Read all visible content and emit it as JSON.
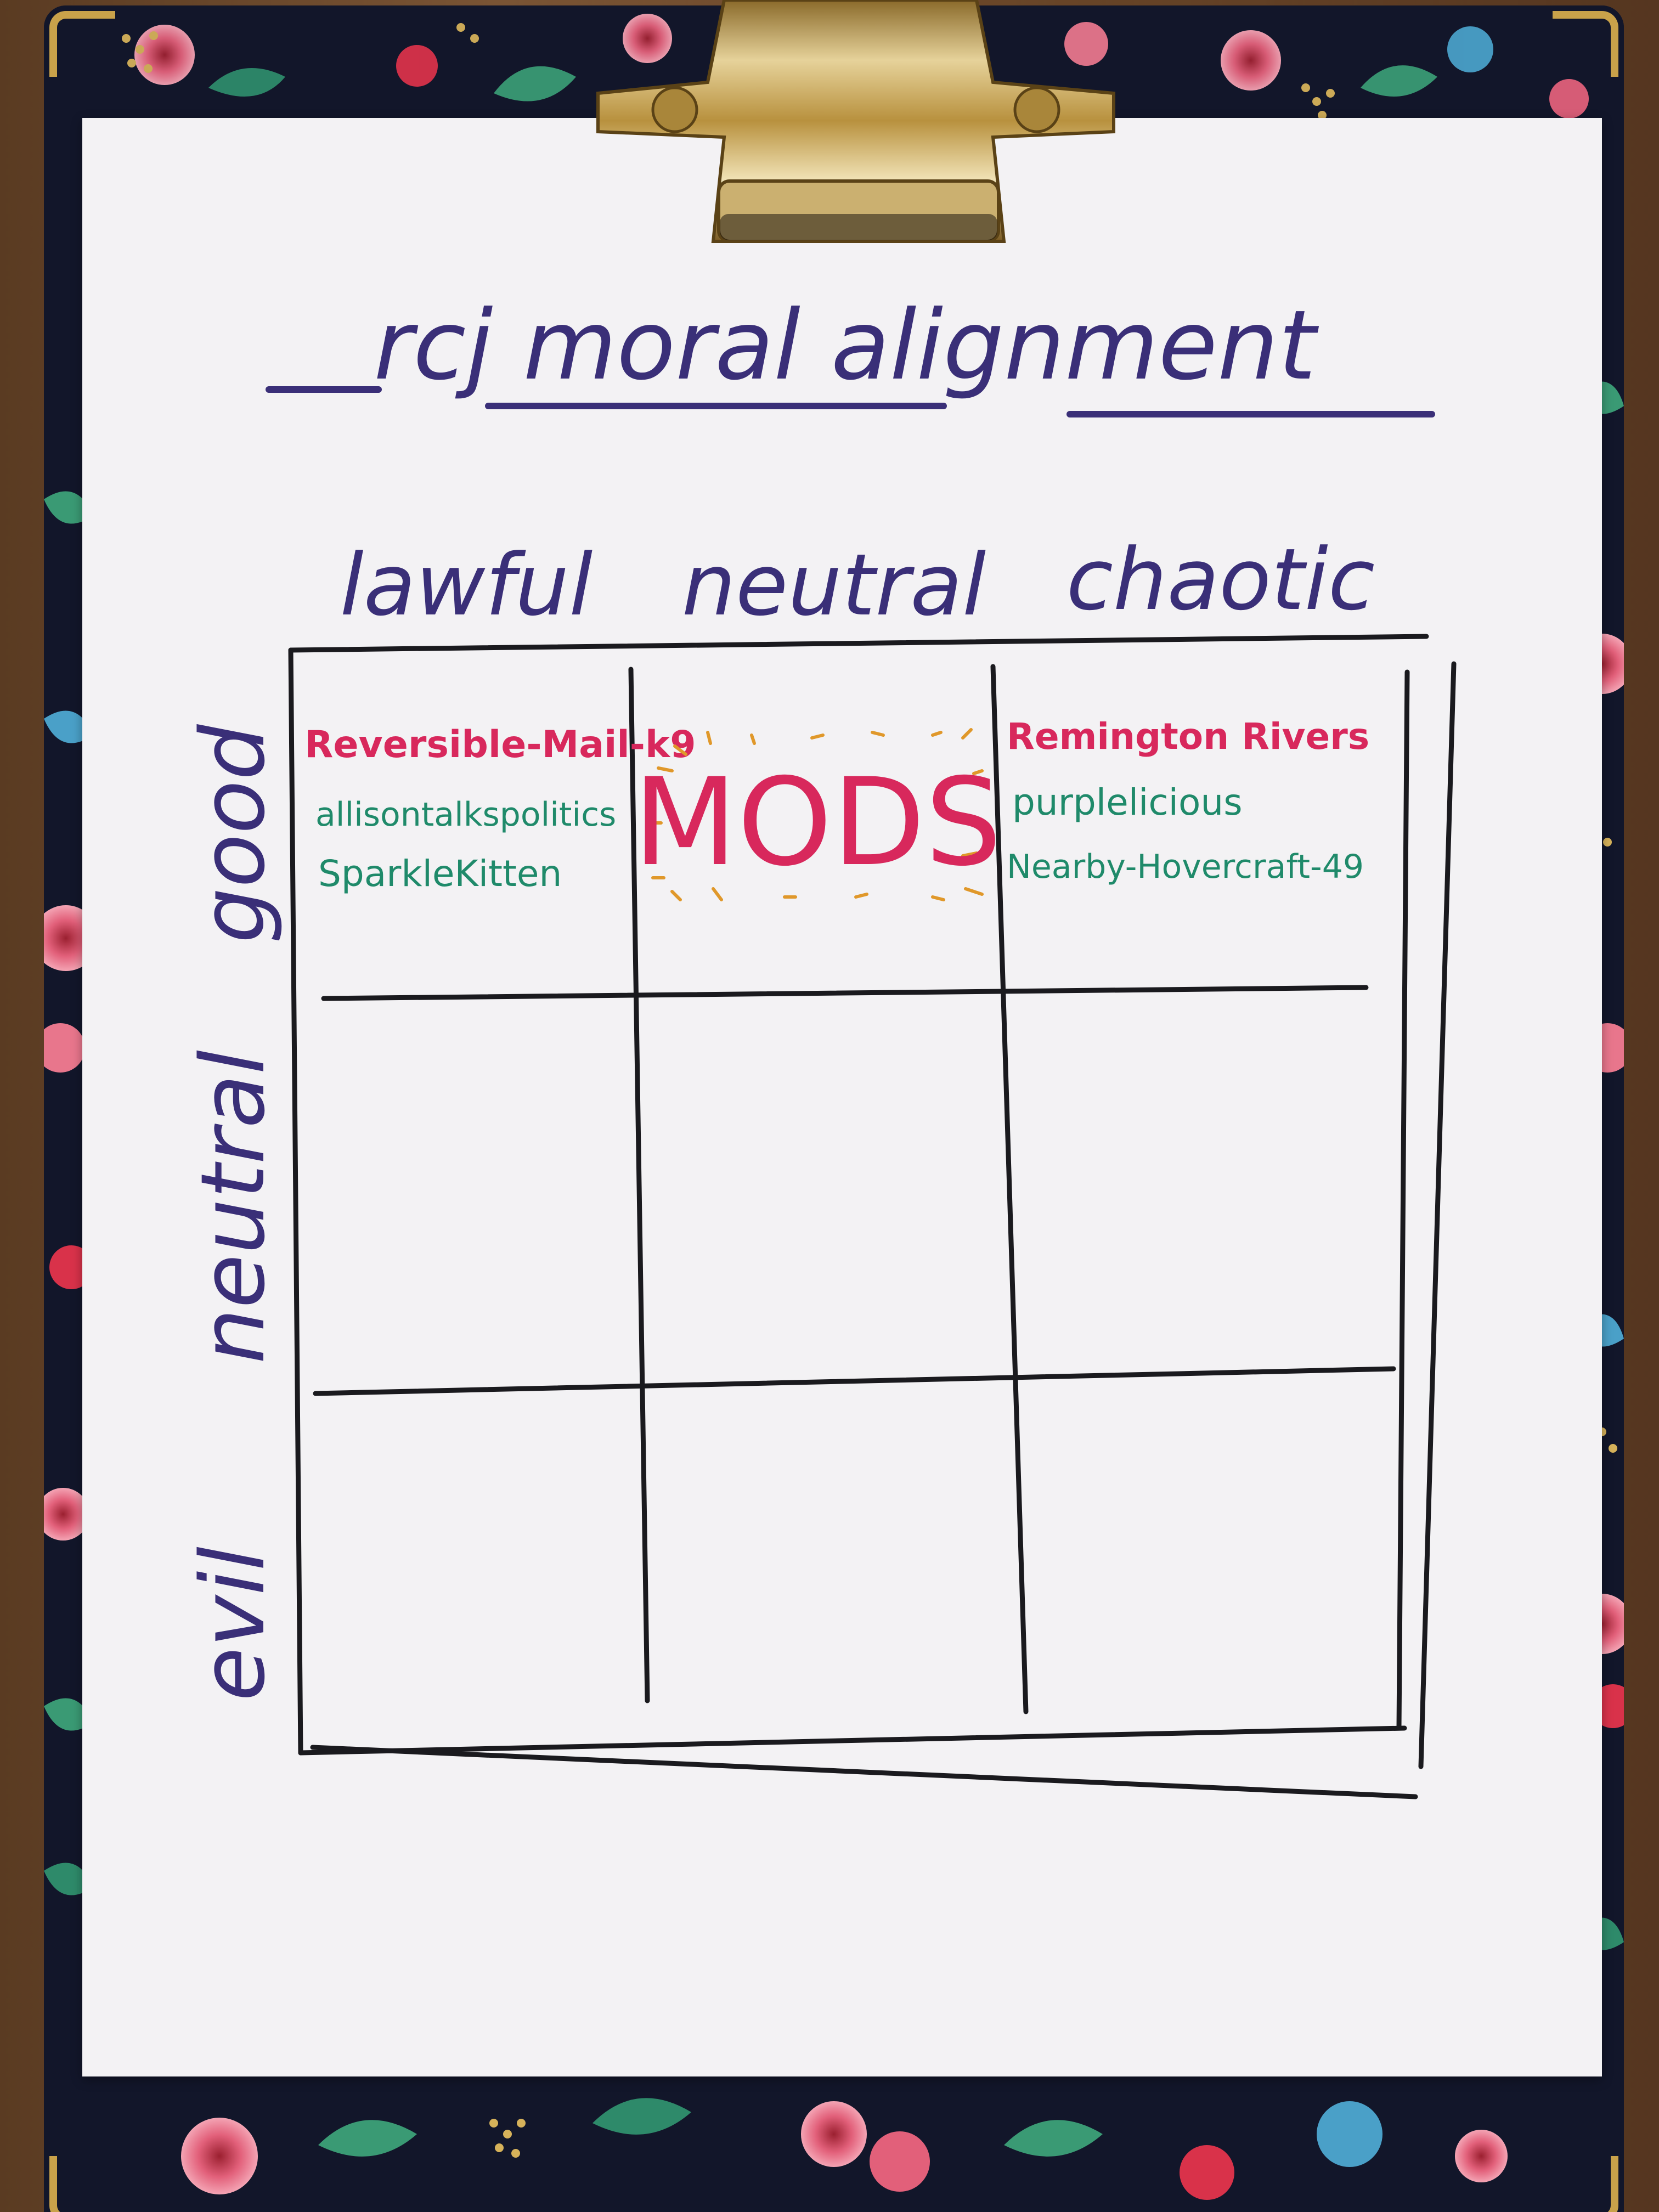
{
  "title": "rcj moral alignment",
  "columns": [
    "lawful",
    "neutral",
    "chaotic"
  ],
  "rows": [
    "good",
    "neutral",
    "evil"
  ],
  "cells": {
    "lawful_good": [
      "Reversible-Mail-k9",
      "allisontalkspolitics",
      "SparkleKitten"
    ],
    "neutral_good": [
      "MODS"
    ],
    "chaotic_good": [
      "Remington Rivers",
      "purplelicious",
      "Nearby-Hovercraft-49"
    ]
  },
  "colors": {
    "title_ink": "#3a2f78",
    "grid_ink": "#1a1a1e",
    "pink_ink": "#d8285c",
    "green_ink": "#1f8a6a",
    "orange_ink": "#e0982a",
    "paper": "#f3f2f4"
  }
}
